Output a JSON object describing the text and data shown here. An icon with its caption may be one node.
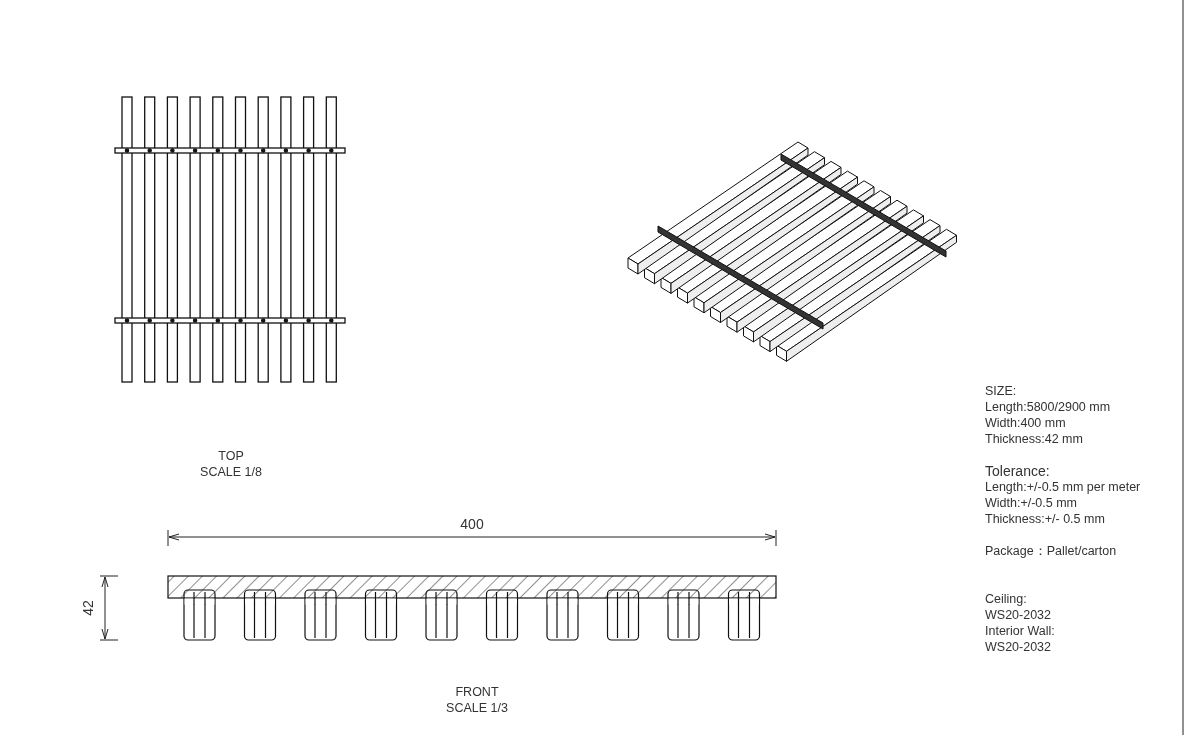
{
  "diagram": {
    "labels": [
      "TOP",
      "SCALE 1/8",
      "400",
      "42",
      "FRONT",
      "SCALE 1/3",
      "SIZE:",
      "Length:5800/2900 mm",
      "Width:400 mm",
      "Thickness:42 mm",
      "Tolerance:",
      "Length:+/-0.5 mm per meter",
      "Width:+/-0.5 mm",
      "Thickness:+/- 0.5 mm",
      "Package：Pallet/carton",
      "Ceiling:",
      "WS20-2032",
      "Interior Wall:",
      "WS20-2032"
    ]
  }
}
